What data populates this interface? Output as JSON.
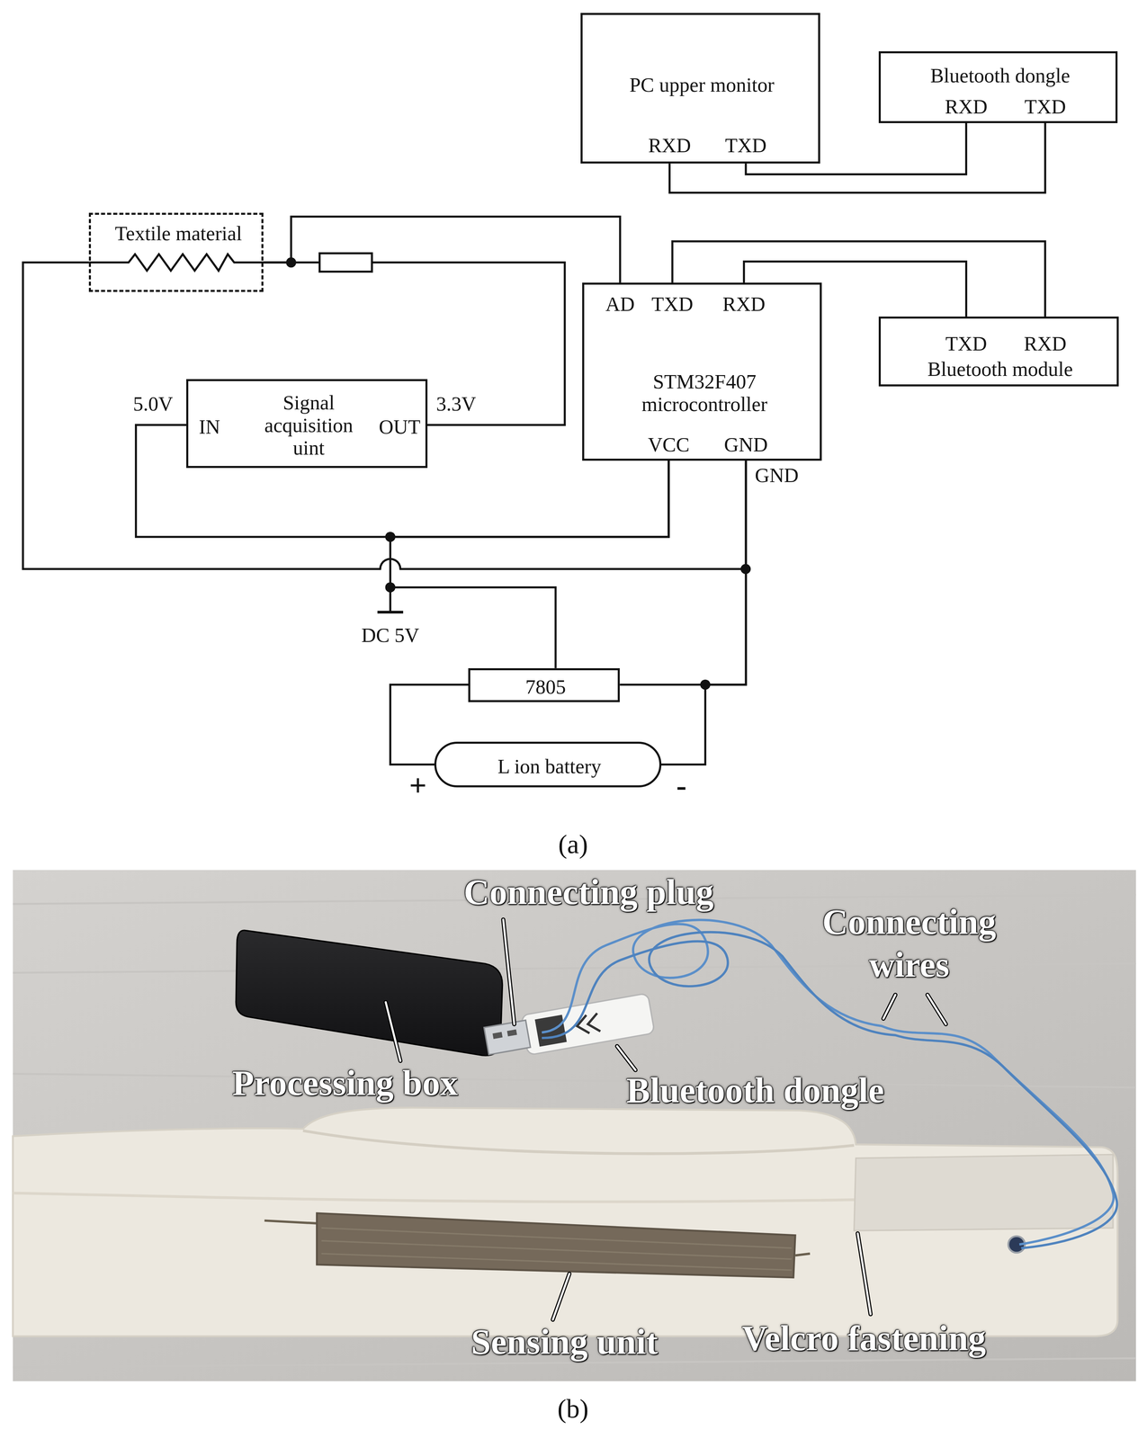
{
  "diagram": {
    "nodes": [
      {
        "text": [
          "PC upper monitor",
          "RXD",
          "TXD"
        ]
      },
      {
        "text": [
          "Bluetooth dongle",
          "RXD",
          "TXD"
        ]
      },
      {
        "text": [
          "Textile material"
        ]
      },
      {
        "text": [
          "AD",
          "TXD",
          "RXD",
          "STM32F407 microcontroller",
          "VCC",
          "GND"
        ]
      },
      {
        "text": [
          "TXD",
          "RXD",
          "Bluetooth module"
        ]
      },
      {
        "text": [
          "IN",
          "Signal acquisition uint",
          "OUT"
        ]
      },
      {
        "text": [
          "7805"
        ]
      },
      {
        "text": [
          "L ion battery"
        ]
      }
    ],
    "edges": [
      {
        "from": 0,
        "to": 1,
        "arrow": "none"
      },
      {
        "from": 0,
        "to": 1,
        "arrow": "none"
      },
      {
        "from": 2,
        "to": 3,
        "arrow": "none"
      },
      {
        "from": 2,
        "to": 5,
        "arrow": "none"
      },
      {
        "from": 5,
        "to": 3,
        "arrow": "none"
      },
      {
        "from": 3,
        "to": 4,
        "arrow": "none"
      },
      {
        "from": 3,
        "to": 4,
        "arrow": "none"
      },
      {
        "from": 2,
        "to": 3,
        "arrow": "none"
      },
      {
        "from": 6,
        "to": 3,
        "arrow": "none"
      },
      {
        "from": 6,
        "to": 3,
        "arrow": "none"
      },
      {
        "from": 7,
        "to": 6,
        "arrow": "none"
      },
      {
        "from": 7,
        "to": 3,
        "arrow": "none"
      }
    ],
    "labels": [
      "5.0V",
      "3.3V",
      "GND",
      "DC 5V",
      "+",
      "-",
      "(a)",
      "Connecting plug",
      "Connecting wires",
      "Processing box",
      "Bluetooth dongle",
      "Sensing unit",
      "Velcro fastening",
      "(b)"
    ]
  }
}
